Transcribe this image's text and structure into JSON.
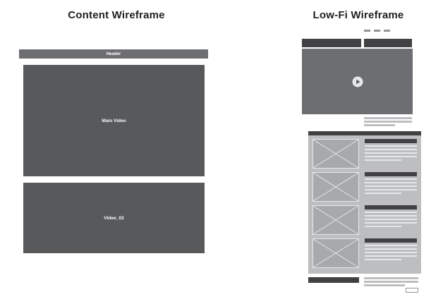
{
  "left_panel": {
    "title": "Content Wireframe",
    "header_label": "Header",
    "main_video_label": "Main Video",
    "video_02_label": "Video_02"
  },
  "right_panel": {
    "title": "Low-Fi Wireframe"
  },
  "icons": {
    "play_icon": "triangle-in-circle",
    "image_placeholder": "crossed-box"
  },
  "colors": {
    "page_bg": "#FFFFFF",
    "charcoal": "#414042",
    "slate_gray": "#58595B",
    "medium_gray": "#6D6E71",
    "cool_gray": "#939598",
    "placeholder_gray": "#A7A9AC",
    "light_gray": "#BCBEC0",
    "lighter_gray": "#D1D3D4",
    "lightest_gray": "#E6E7E8"
  }
}
